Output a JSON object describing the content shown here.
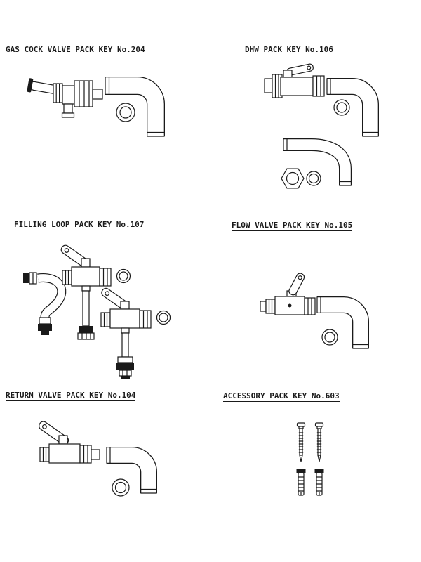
{
  "style": {
    "line_color": "#1a1a1a",
    "background": "#ffffff"
  },
  "sections": [
    {
      "id": "gas-cock-pack",
      "title": "GAS COCK VALVE PACK KEY No.204"
    },
    {
      "id": "dhw-pack",
      "title": "DHW PACK KEY No.106"
    },
    {
      "id": "filling-loop-pack",
      "title": "FILLING LOOP PACK KEY No.107"
    },
    {
      "id": "flow-valve-pack",
      "title": "FLOW VALVE PACK KEY No.105"
    },
    {
      "id": "return-valve-pack",
      "title": "RETURN VALVE PACK KEY No.104"
    },
    {
      "id": "accessory-pack",
      "title": "ACCESSORY PACK KEY No.603"
    }
  ]
}
